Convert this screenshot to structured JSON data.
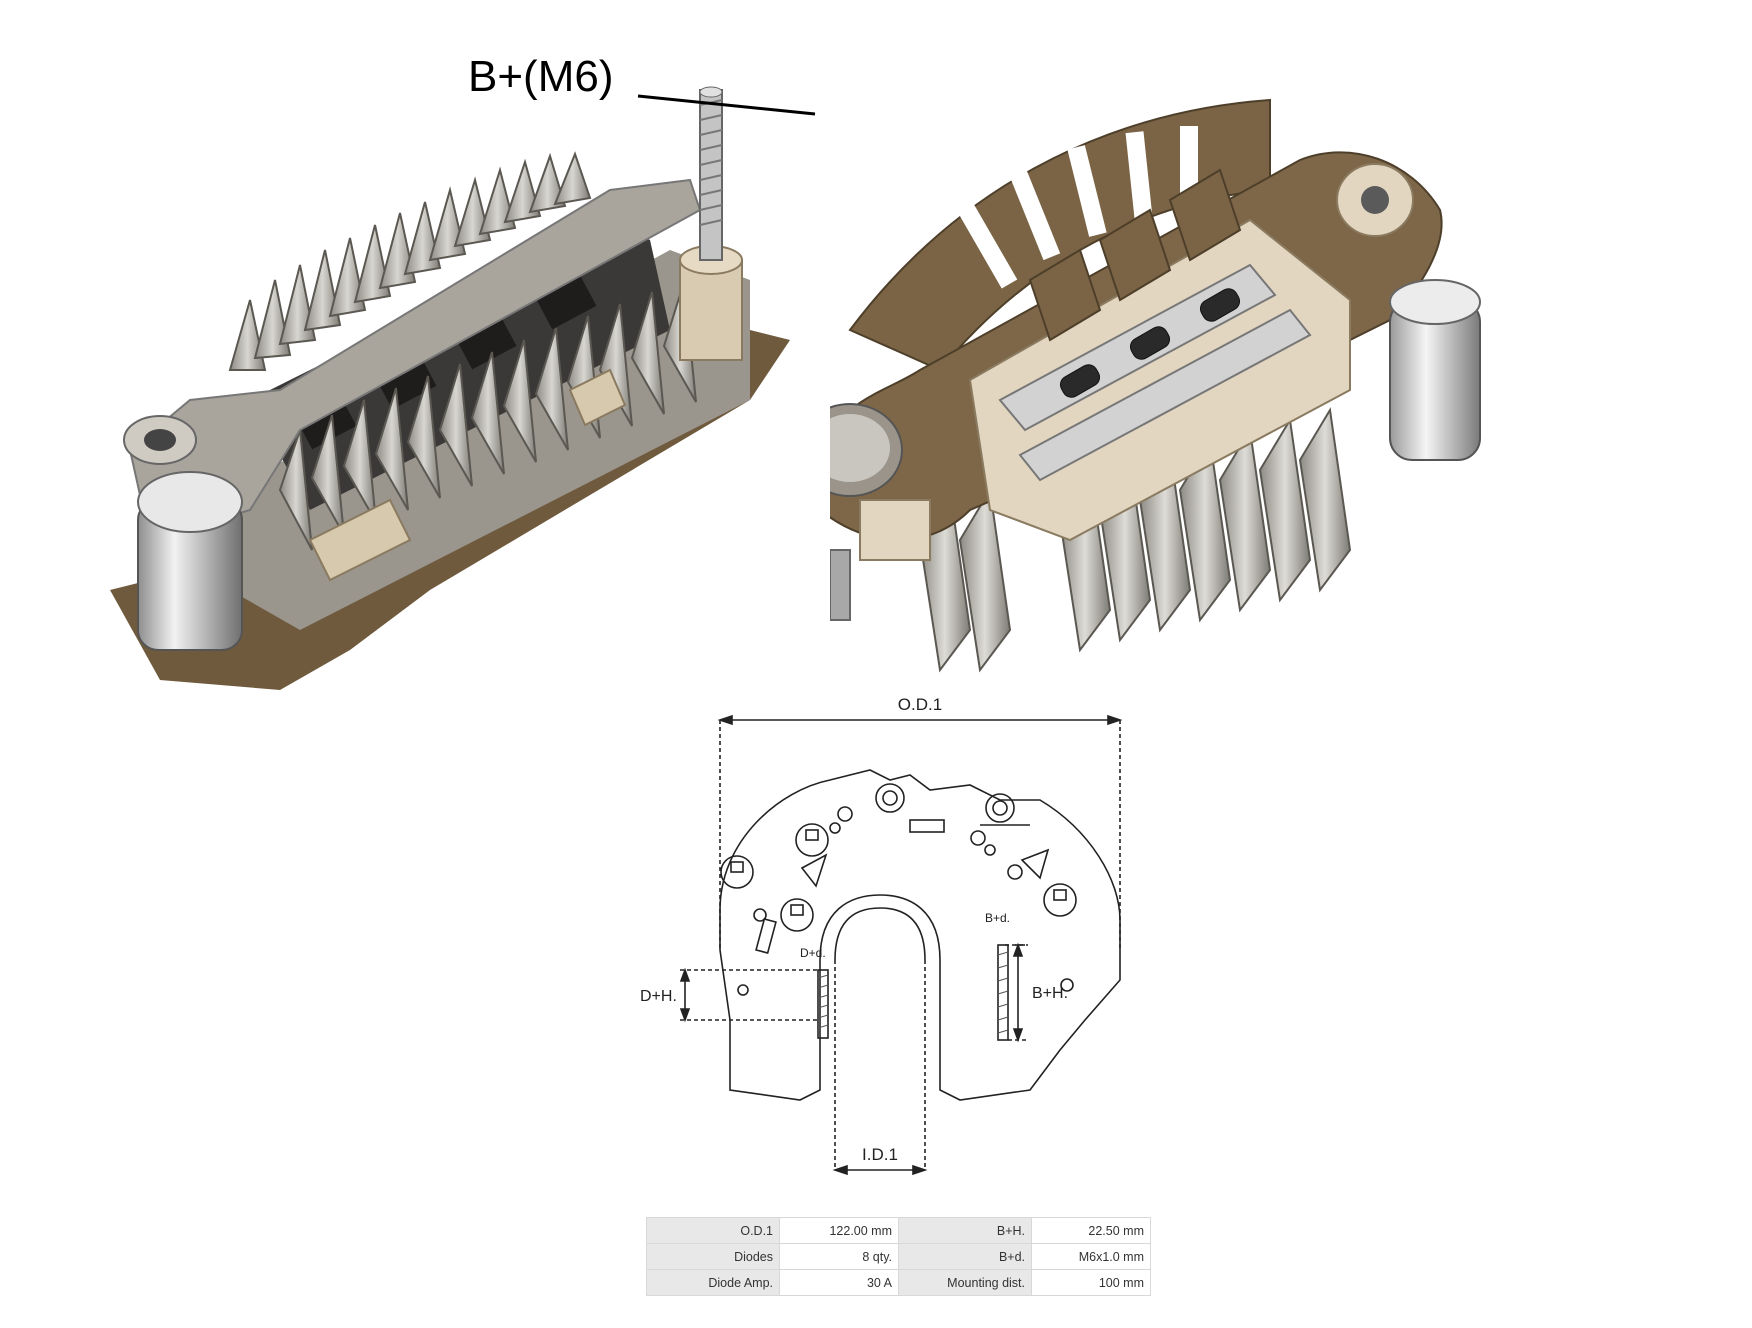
{
  "callout": {
    "label": "B+(M6)"
  },
  "drawing": {
    "od_label": "O.D.1",
    "id_label": "I.D.1",
    "dh_label": "D+H.",
    "dd_label": "D+d.",
    "bh_label": "B+H.",
    "bd_label": "B+d."
  },
  "specs": {
    "rows": [
      {
        "k1": "O.D.1",
        "v1": "122.00 mm",
        "k2": "B+H.",
        "v2": "22.50 mm"
      },
      {
        "k1": "Diodes",
        "v1": "8 qty.",
        "k2": "B+d.",
        "v2": "M6x1.0 mm"
      },
      {
        "k1": "Diode Amp.",
        "v1": "30 A",
        "k2": "Mounting dist.",
        "v2": "100 mm"
      }
    ]
  },
  "colors": {
    "bracket": "#7a6445",
    "metal": "#b9b6ae",
    "insulator": "#d9cbb2"
  }
}
